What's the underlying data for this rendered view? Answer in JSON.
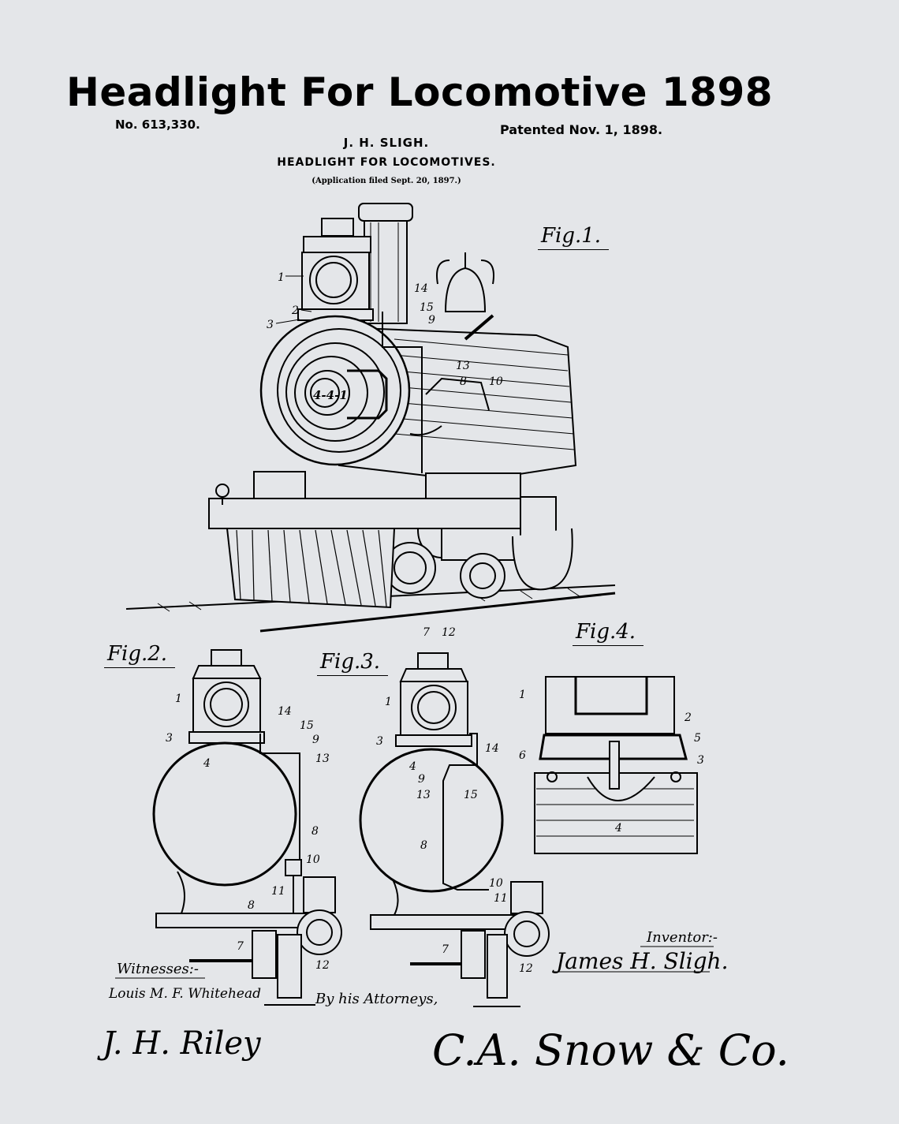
{
  "header": {
    "title": "Headlight For Locomotive 1898",
    "patent_number": "No. 613,330.",
    "patent_date": "Patented Nov. 1, 1898.",
    "inventor_name": "J. H. SLIGH.",
    "patent_title": "HEADLIGHT FOR LOCOMOTIVES.",
    "application": "(Application filed Sept. 20, 1897.)"
  },
  "figures": {
    "fig1": "Fig.1.",
    "fig2": "Fig.2.",
    "fig3": "Fig.3.",
    "fig4": "Fig.4."
  },
  "signatures": {
    "witnesses_label": "Witnesses:-",
    "witness1": "Louis M. F. Whitehead",
    "witness2": "J. H. Riley",
    "inventor_label": "Inventor:-",
    "inventor_signature": "James H. Sligh.",
    "attorneys": "By his Attorneys,",
    "attorney_signature": "C.A. Snow & Co."
  },
  "plate_number": "4-4-1",
  "colors": {
    "background": "#e4e6e9",
    "ink": "#000000"
  }
}
